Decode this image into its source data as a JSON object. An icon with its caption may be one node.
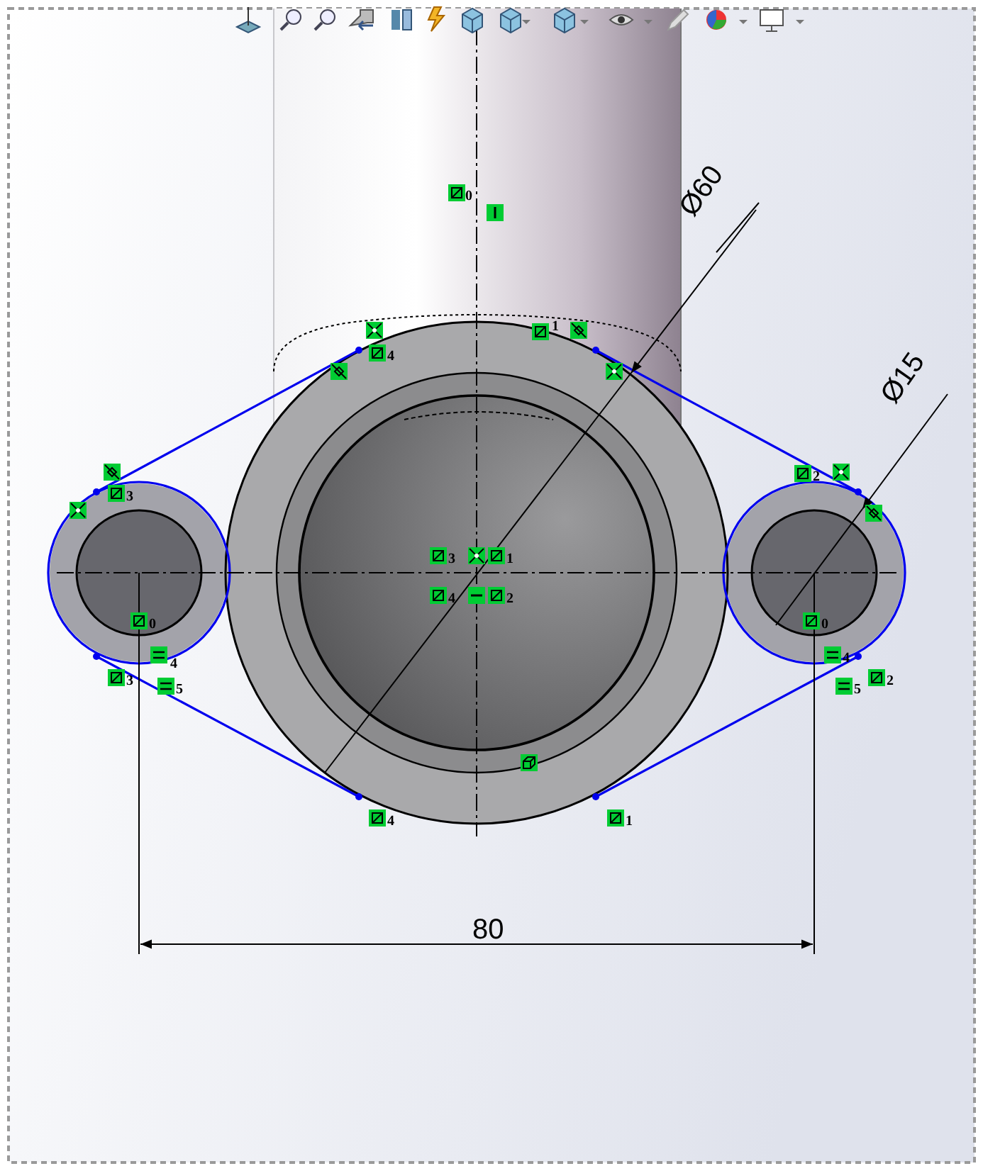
{
  "diagram": {
    "labels": [
      "0",
      "Ø60",
      "1",
      "4",
      "Ø15",
      "2",
      "3",
      "3",
      "1",
      "4",
      "2",
      "0",
      "0",
      "4",
      "4",
      "3",
      "2",
      "5",
      "5",
      "4",
      "1",
      "80"
    ]
  }
}
